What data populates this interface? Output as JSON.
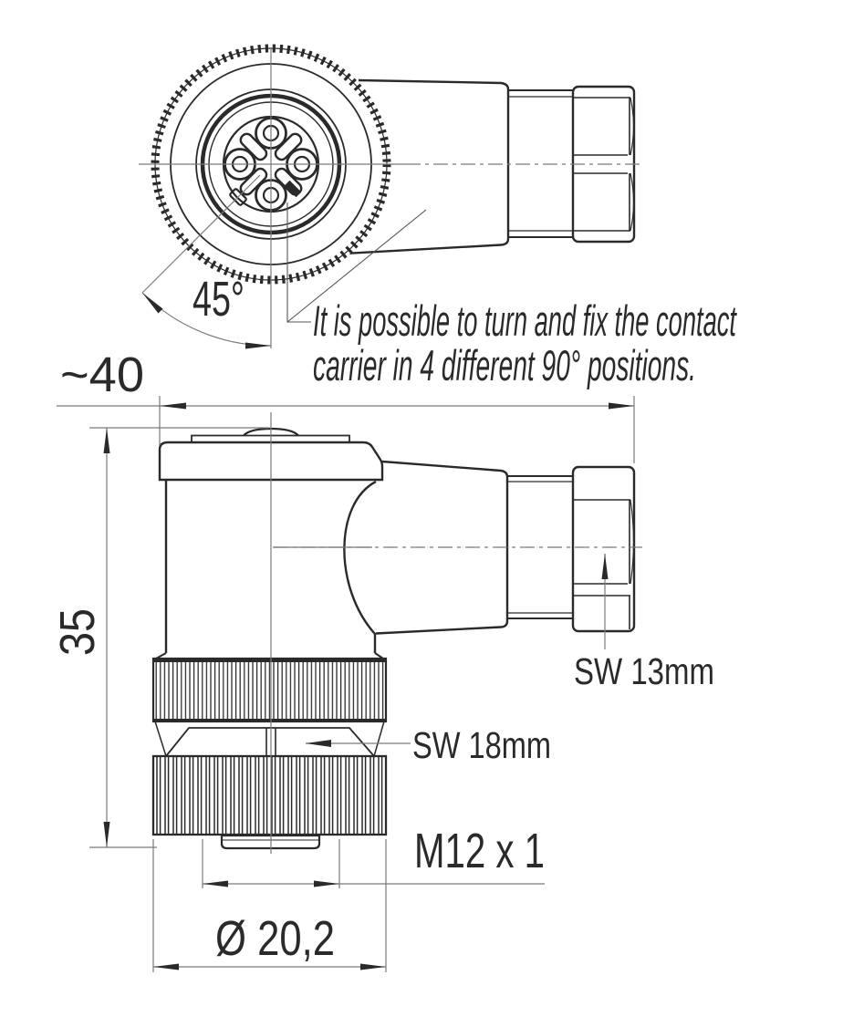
{
  "drawing": {
    "type": "technical-drawing",
    "subject": "M12 right-angle female cable connector, 4-pole, dimension drawing",
    "top_view": {
      "angle_label": "45°",
      "note_line1": "It is possible to turn and fix the contact",
      "note_line2": "carrier in 4 different 90° positions.",
      "contact_count": 4
    },
    "side_view": {
      "width_label": "~40",
      "height_label": "35",
      "gland_wrench_label": "SW 13mm",
      "hex_wrench_label": "SW 18mm",
      "thread_label": "M12 x 1",
      "diameter_label": "Ø 20,2"
    },
    "colors": {
      "line": "#2b2a29",
      "dimension": "#7b7a7a",
      "background": "#ffffff"
    }
  }
}
